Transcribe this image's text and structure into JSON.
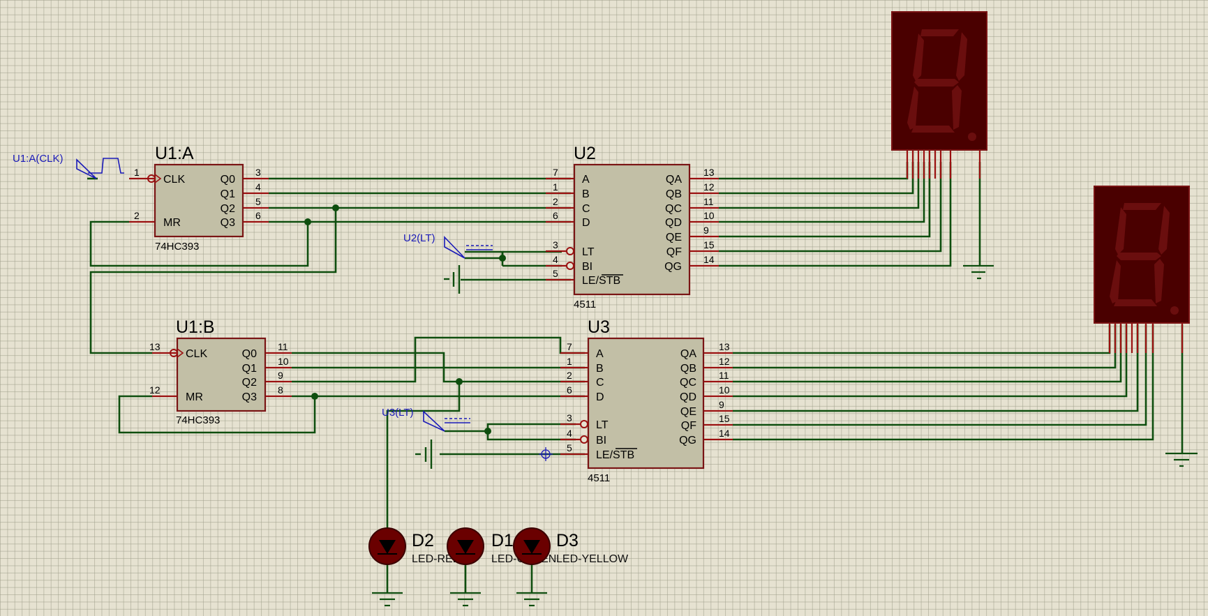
{
  "colors": {
    "background": "#e6e2d1",
    "wire": "#0e4e0e",
    "pin": "#9b1010",
    "body_fill": "#c2bfa6",
    "body_stroke": "#7a1414",
    "probe": "#1a1ab8",
    "display_body": "#4a0000",
    "display_segment": "#6a0e0e",
    "led_body": "#6a0000"
  },
  "components": {
    "u1a": {
      "ref": "U1:A",
      "part": "74HC393",
      "left_pins": [
        {
          "num": "1",
          "label": "CLK"
        },
        {
          "num": "2",
          "label": "MR"
        }
      ],
      "right_pins": [
        {
          "num": "3",
          "label": "Q0"
        },
        {
          "num": "4",
          "label": "Q1"
        },
        {
          "num": "5",
          "label": "Q2"
        },
        {
          "num": "6",
          "label": "Q3"
        }
      ]
    },
    "u1b": {
      "ref": "U1:B",
      "part": "74HC393",
      "left_pins": [
        {
          "num": "13",
          "label": "CLK"
        },
        {
          "num": "12",
          "label": "MR"
        }
      ],
      "right_pins": [
        {
          "num": "11",
          "label": "Q0"
        },
        {
          "num": "10",
          "label": "Q1"
        },
        {
          "num": "9",
          "label": "Q2"
        },
        {
          "num": "8",
          "label": "Q3"
        }
      ]
    },
    "u2": {
      "ref": "U2",
      "part": "4511",
      "left_pins": [
        {
          "num": "7",
          "label": "A"
        },
        {
          "num": "1",
          "label": "B"
        },
        {
          "num": "2",
          "label": "C"
        },
        {
          "num": "6",
          "label": "D"
        },
        {
          "num": "3",
          "label": "LT"
        },
        {
          "num": "4",
          "label": "BI"
        },
        {
          "num": "5",
          "label": "LE/STB"
        }
      ],
      "right_pins": [
        {
          "num": "13",
          "label": "QA"
        },
        {
          "num": "12",
          "label": "QB"
        },
        {
          "num": "11",
          "label": "QC"
        },
        {
          "num": "10",
          "label": "QD"
        },
        {
          "num": "9",
          "label": "QE"
        },
        {
          "num": "15",
          "label": "QF"
        },
        {
          "num": "14",
          "label": "QG"
        }
      ]
    },
    "u3": {
      "ref": "U3",
      "part": "4511",
      "left_pins": [
        {
          "num": "7",
          "label": "A"
        },
        {
          "num": "1",
          "label": "B"
        },
        {
          "num": "2",
          "label": "C"
        },
        {
          "num": "6",
          "label": "D"
        },
        {
          "num": "3",
          "label": "LT"
        },
        {
          "num": "4",
          "label": "BI"
        },
        {
          "num": "5",
          "label": "LE/STB"
        }
      ],
      "right_pins": [
        {
          "num": "13",
          "label": "QA"
        },
        {
          "num": "12",
          "label": "QB"
        },
        {
          "num": "11",
          "label": "QC"
        },
        {
          "num": "10",
          "label": "QD"
        },
        {
          "num": "9",
          "label": "QE"
        },
        {
          "num": "15",
          "label": "QF"
        },
        {
          "num": "14",
          "label": "QG"
        }
      ]
    },
    "leds": [
      {
        "ref": "D2",
        "value": "LED-RED"
      },
      {
        "ref": "D1",
        "value": "LED-GREEN"
      },
      {
        "ref": "D3",
        "value": "LED-YELLOW"
      }
    ]
  },
  "probes": {
    "clk": "U1:A(CLK)",
    "u2_lt": "U2(LT)",
    "u3_lt": "U3(LT)"
  },
  "icons": [
    "clock-generator-icon",
    "logic-state-probe-icon",
    "battery-icon",
    "ground-icon",
    "led-icon",
    "seven-segment-display-icon",
    "junction-dot-icon",
    "crosshair-cursor-icon"
  ]
}
